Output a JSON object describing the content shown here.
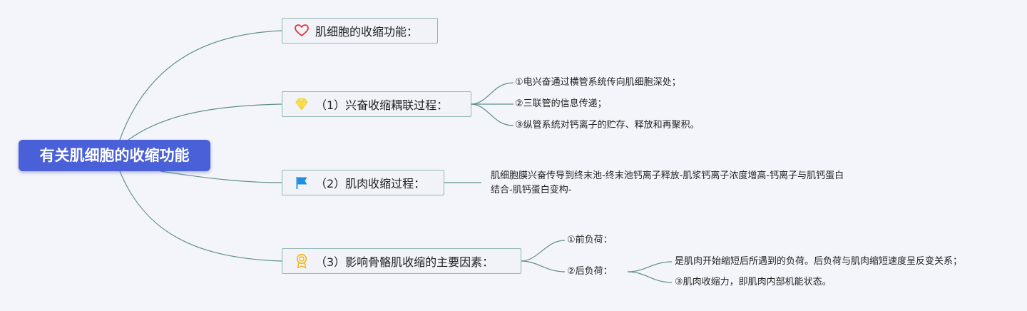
{
  "root": {
    "title": "有关肌细胞的收缩功能"
  },
  "topics": {
    "t1": {
      "label": "肌细胞的收缩功能：",
      "icon": "heart-icon"
    },
    "t2": {
      "label": "（1）兴奋收缩耦联过程：",
      "icon": "diamond-icon",
      "children": [
        "①电兴奋通过横管系统传向肌细胞深处；",
        "②三联管的信息传递；",
        "③纵管系统对钙离子的贮存、释放和再聚积。"
      ]
    },
    "t3": {
      "label": "（2）肌肉收缩过程：",
      "icon": "flag-icon",
      "children": [
        "肌细胞膜兴奋传导到终末池-终末池钙离子释放-肌浆钙离子浓度增高-钙离子与肌钙蛋白结合-肌钙蛋白变构-"
      ]
    },
    "t4": {
      "label": "（3）影响骨骼肌收缩的主要因素：",
      "icon": "award-icon",
      "children": [
        {
          "label": "①前负荷："
        },
        {
          "label": "②后负荷：",
          "children": [
            "是肌肉开始缩短后所遇到的负荷。后负荷与肌肉缩短速度呈反变关系；",
            "③肌肉收缩力，即肌肉内部机能状态。"
          ]
        }
      ]
    }
  },
  "colors": {
    "root_fill": "#4a60d8",
    "topic_border": "#8fb7b3",
    "connector": "#5f8f8b",
    "heart": "#d9363e",
    "diamond": "#f3d21f",
    "flag": "#1e8fe0",
    "award": "#f2b51a"
  }
}
